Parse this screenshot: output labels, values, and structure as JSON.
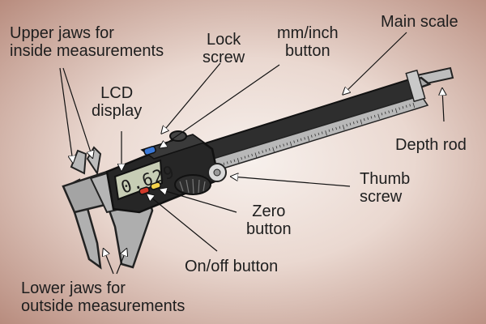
{
  "labels": {
    "upper_jaws": [
      "Upper jaws for",
      "inside measurements"
    ],
    "lock_screw": [
      "Lock",
      "screw"
    ],
    "mm_inch_button": [
      "mm/inch",
      "button"
    ],
    "main_scale": "Main scale",
    "lcd_display": [
      "LCD",
      "display"
    ],
    "depth_rod": "Depth rod",
    "thumb_screw": [
      "Thumb",
      "screw"
    ],
    "zero_button": [
      "Zero",
      "button"
    ],
    "on_off_button": "On/off button",
    "lower_jaws": [
      "Lower jaws for",
      "outside measurements"
    ]
  },
  "display": {
    "reading": "0.629"
  },
  "colors": {
    "background": "#ead8d0",
    "body_dark": "#2b2b2b",
    "scale_gray": "#a7a7a7",
    "lcd_face": "#c7cdb5",
    "mm_inch_button": "#3a78d6",
    "zero_button": "#f3d24a",
    "on_off_button": "#d23a2a"
  }
}
